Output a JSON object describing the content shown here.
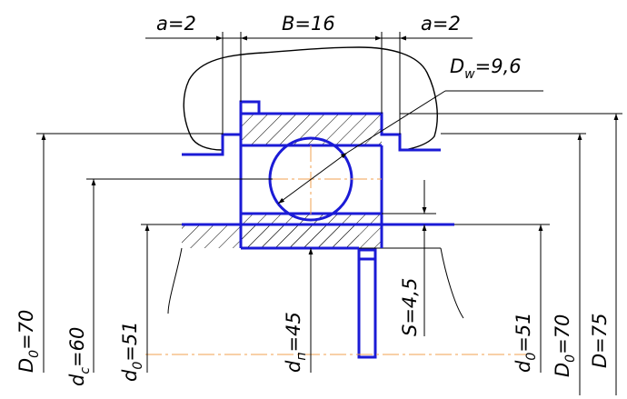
{
  "labels": {
    "a_left": "a=2",
    "B": "B=16",
    "a_right": "a=2",
    "Dw_main": "D",
    "Dw_sub": "w",
    "Dw_val": "=9,6",
    "S": "S=4,5",
    "D0_left_main": "D",
    "D0_left_sub": "0",
    "D0_left_val": "=70",
    "dc_main": "d",
    "dc_sub": "c",
    "dc_val": "=60",
    "d0_left_main": "d",
    "d0_left_sub": "0",
    "d0_left_val": "=51",
    "dn_main": "d",
    "dn_sub": "п",
    "dn_val": "=45",
    "d0_right_main": "d",
    "d0_right_sub": "0",
    "d0_right_val": "=51",
    "D0_right_main": "D",
    "D0_right_sub": "0",
    "D0_right_val": "=70",
    "D": "D=75"
  },
  "colors": {
    "outline": "#000000",
    "bearing": "#1b1bd6",
    "axis": "#f0a050"
  }
}
